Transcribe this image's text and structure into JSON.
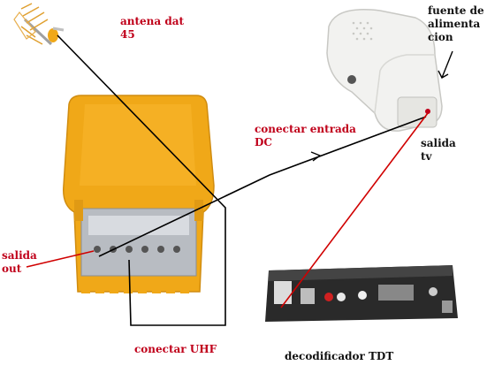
{
  "labels": {
    "antenna": "antena dat\n45",
    "power_supply": "fuente de\nalimenta\ncion",
    "dc_input": "conectar entrada\nDC",
    "tv_output": "salida\ntv",
    "out_output": "salida\nout",
    "uhf_connect": "conectar UHF",
    "decoder": "decodificador TDT"
  },
  "colors": {
    "label_red": "#c0001a",
    "label_black": "#111111",
    "amplifier_orange": "#f0a818",
    "amplifier_panel": "#b8bcc2",
    "psu_white": "#f2f2f0",
    "decoder_dark": "#2a2a2a",
    "wire_black": "#000000",
    "wire_red": "#d00000"
  }
}
